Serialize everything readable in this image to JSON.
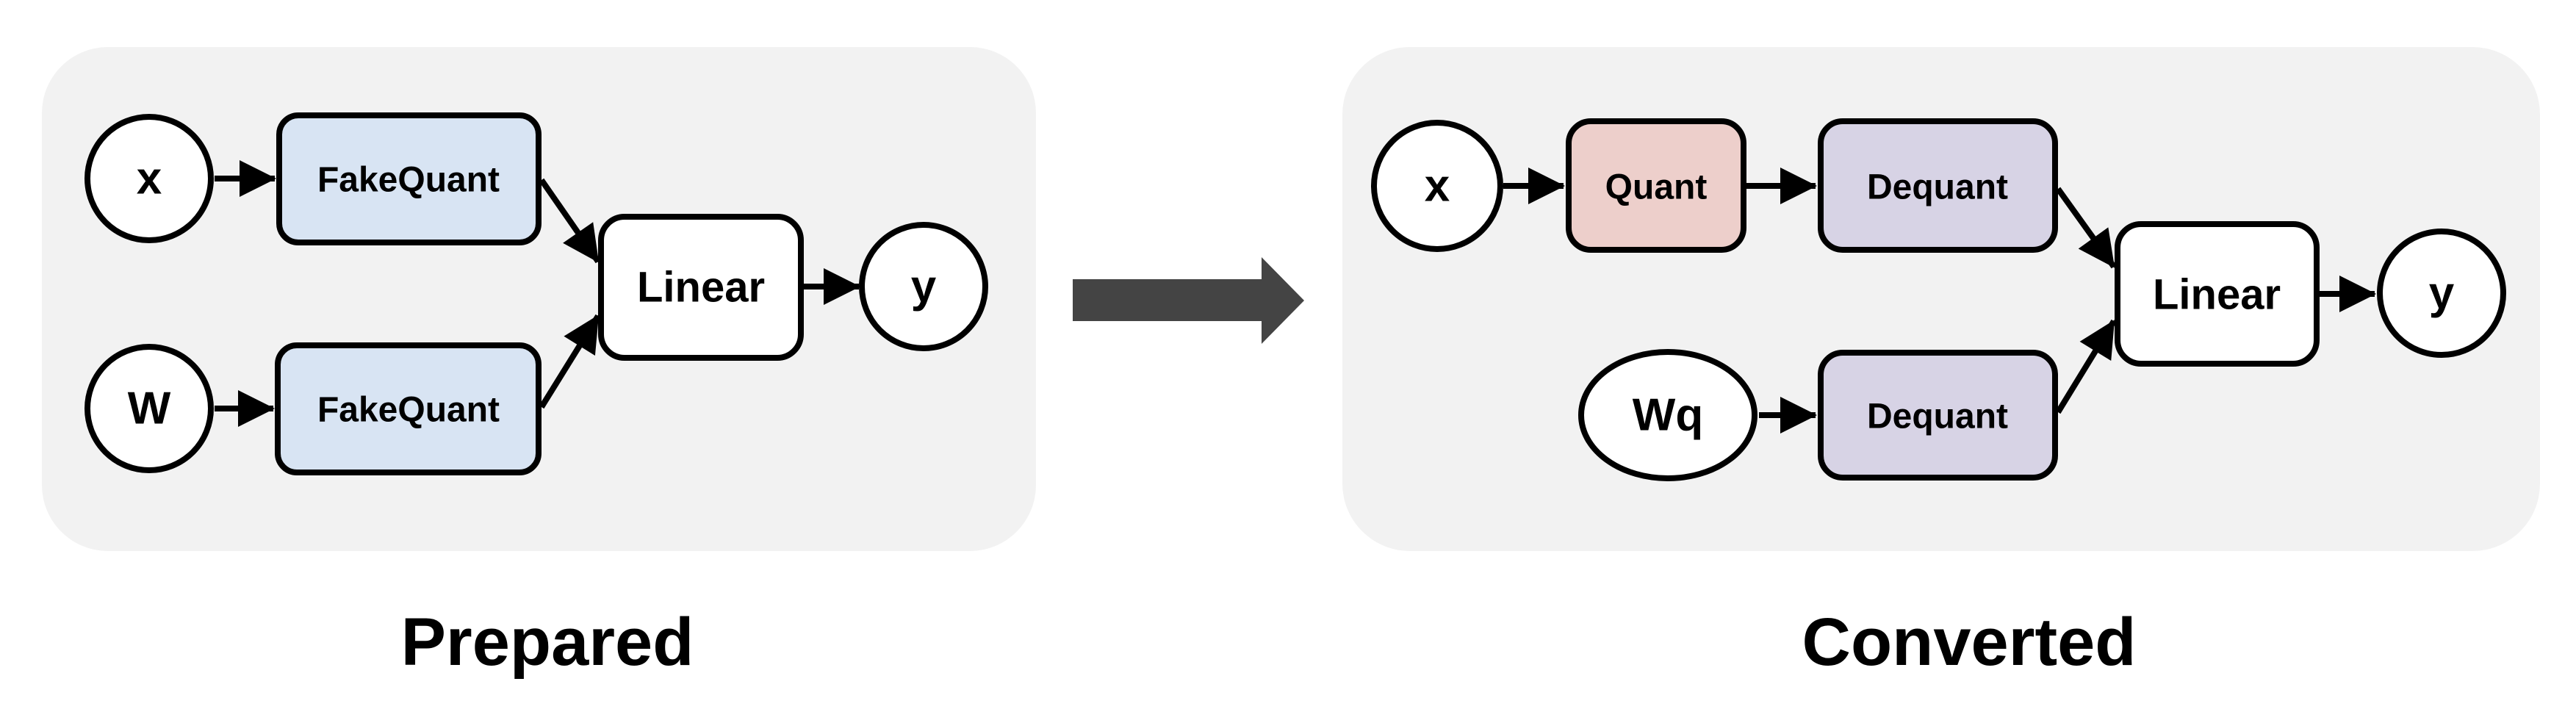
{
  "diagram": {
    "panels": [
      {
        "title": "Prepared",
        "nodes": {
          "x": "x",
          "w": "W",
          "fakequant_activation": "FakeQuant",
          "fakequant_weight": "FakeQuant",
          "linear": "Linear",
          "y": "y"
        }
      },
      {
        "title": "Converted",
        "nodes": {
          "x": "x",
          "quant": "Quant",
          "dequant_activation": "Dequant",
          "wq": "Wq",
          "dequant_weight": "Dequant",
          "linear": "Linear",
          "y": "y"
        }
      }
    ],
    "colors": {
      "panel_bg": "#f2f2f2",
      "node_fill": "#ffffff",
      "stroke": "#000000",
      "fakequant_fill": "#d8e4f3",
      "quant_fill": "#edcfcb",
      "dequant_fill": "#d7d3e5",
      "transform_arrow": "#444444"
    }
  }
}
